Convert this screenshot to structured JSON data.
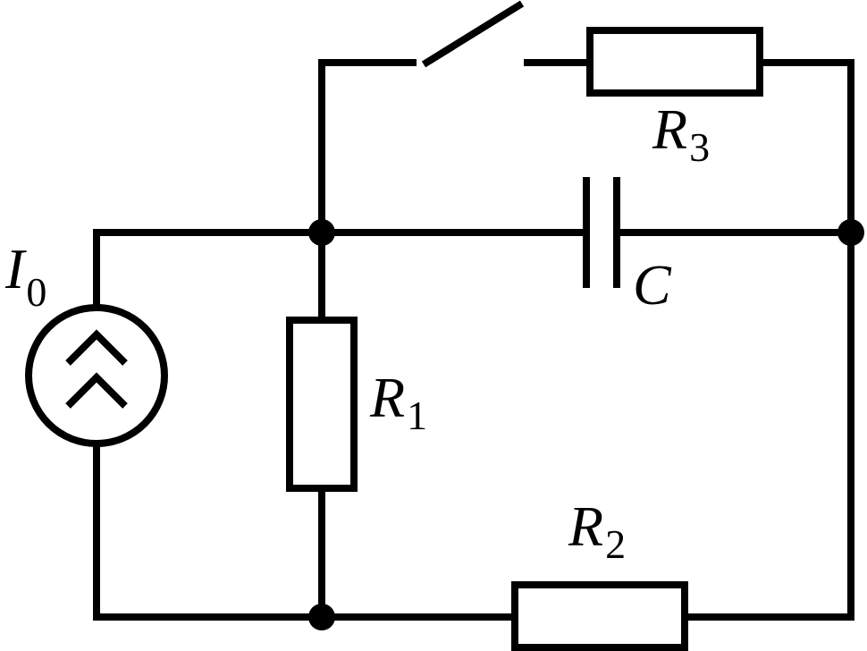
{
  "labels": {
    "source": {
      "name": "I",
      "sub": "0"
    },
    "r1": {
      "name": "R",
      "sub": "1"
    },
    "r2": {
      "name": "R",
      "sub": "2"
    },
    "r3": {
      "name": "R",
      "sub": "3"
    },
    "capacitor": {
      "name": "C"
    }
  },
  "colors": {
    "ink": "#000000",
    "background": "#ffffff"
  }
}
